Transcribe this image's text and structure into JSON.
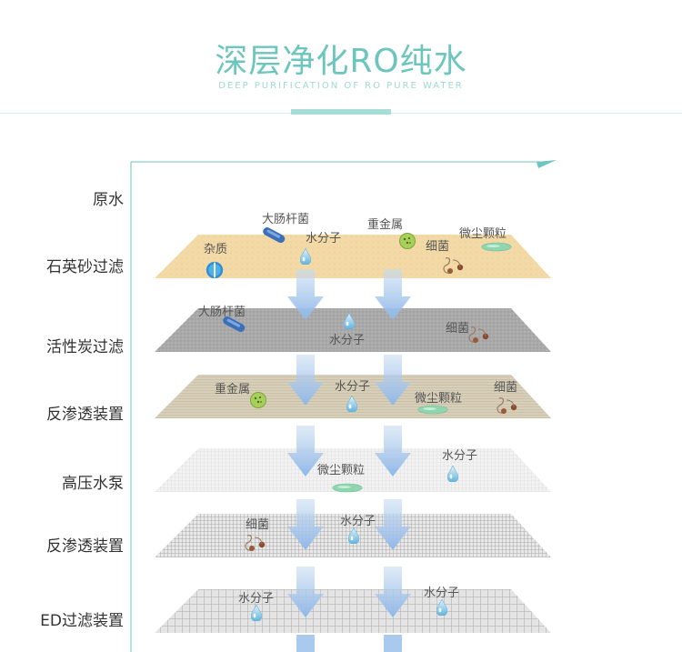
{
  "header": {
    "title": "深层净化RO纯水",
    "subtitle": "DEEP PURIFICATION OF RO PURE WATER"
  },
  "stages": [
    "原水",
    "石英砂过滤",
    "活性炭过滤",
    "反渗透装置",
    "高压水泵",
    "反渗透装置",
    "ED过滤装置"
  ],
  "layer_labels": {
    "l1_ecoli": "大肠杆菌",
    "l1_heavy": "重金属",
    "l1_dust": "微尘颗粒",
    "l1_impurity": "杂质",
    "l1_water": "水分子",
    "l1_bacteria": "细菌",
    "l2_ecoli": "大肠杆菌",
    "l2_bacteria": "细菌",
    "l2_water": "水分子",
    "l3_heavy": "重金属",
    "l3_water": "水分子",
    "l3_dust": "微尘颗粒",
    "l3_bacteria": "细菌",
    "l4_water": "水分子",
    "l4_dust": "微尘颗粒",
    "l5_bacteria": "细菌",
    "l5_water": "水分子",
    "l6_water_a": "水分子",
    "l6_water_b": "水分子"
  },
  "colors": {
    "accent": "#6cc6bd",
    "arrow": "#a9c9ee",
    "layer_sand": "#f2d9a6",
    "layer_carbon": "#a8a8a8",
    "layer_ro": "#d6ccb6",
    "layer_pump": "#efefef",
    "layer_ro2": "#d2d2d2",
    "layer_ed": "#dadada"
  }
}
